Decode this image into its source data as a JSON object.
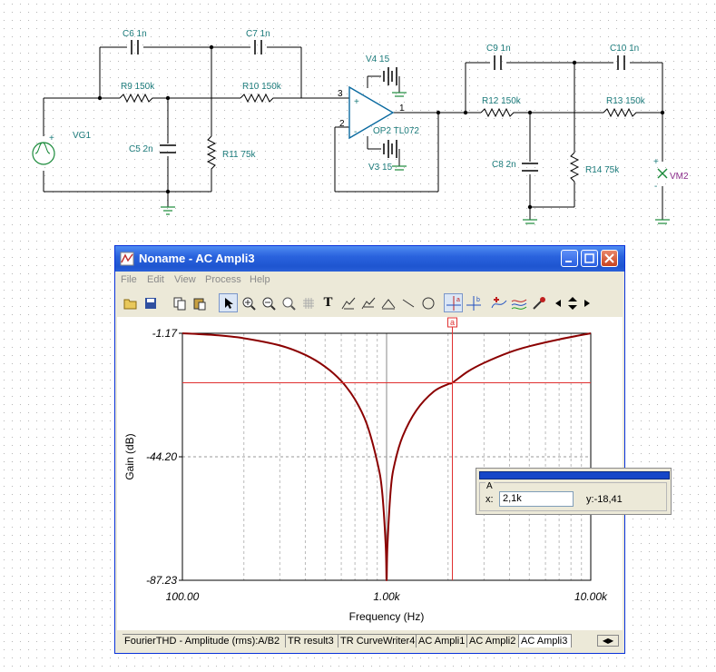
{
  "schematic": {
    "components": {
      "C6": "C6 1n",
      "C7": "C7 1n",
      "R9": "R9 150k",
      "R10": "R10 150k",
      "C5": "C5 2n",
      "R11": "R11 75k",
      "VG1": "VG1",
      "V4": "V4 15",
      "V3": "V3 15",
      "OP2": "OP2 TL072",
      "C9": "C9 1n",
      "C10": "C10 1n",
      "R12": "R12 150k",
      "R13": "R13 150k",
      "C8": "C8 2n",
      "R14": "R14 75k",
      "VM2": "VM2"
    },
    "pins": {
      "p3": "3",
      "p2": "2",
      "p1": "1",
      "plus": "+",
      "minus": "-"
    }
  },
  "window": {
    "title": "Noname - AC Ampli3",
    "menu": [
      "File",
      "Edit",
      "View",
      "Process",
      "Help"
    ],
    "toolbar_icons": [
      "open-icon",
      "save-icon",
      "copy-icon",
      "paste-icon",
      "pointer-icon",
      "zoom-in-icon",
      "zoom-out-icon",
      "zoom-100-icon",
      "grid-icon",
      "text-icon",
      "curve-a-icon",
      "curve-b-icon",
      "curve-c-icon",
      "line-icon",
      "circle-icon",
      "cursor-a-icon",
      "cursor-b-icon",
      "add-curve-icon",
      "curve-style-icon",
      "color-picker-icon",
      "left-arrow-icon",
      "up-down-arrow-icon",
      "right-arrow-icon"
    ]
  },
  "chart_data": {
    "type": "line",
    "xlabel": "Frequency (Hz)",
    "ylabel": "Gain (dB)",
    "x_scale": "log",
    "xlim": [
      100,
      10000
    ],
    "ylim": [
      -87.23,
      -1.17
    ],
    "x_ticks": [
      "100.00",
      "1.00k",
      "10.00k"
    ],
    "y_ticks": [
      "-1.17",
      "-44.20",
      "-87.23"
    ],
    "series": [
      {
        "color": "#8b0000",
        "x": [
          100,
          150,
          200,
          300,
          400,
          500,
          600,
          700,
          800,
          900,
          950,
          990,
          1000,
          1010,
          1050,
          1100,
          1200,
          1400,
          1700,
          2000,
          2100,
          2500,
          3000,
          4000,
          5000,
          7000,
          10000
        ],
        "y": [
          -1.17,
          -1.9,
          -2.9,
          -5.4,
          -8.7,
          -12.8,
          -17.8,
          -24.2,
          -32.8,
          -46.0,
          -56.0,
          -75.0,
          -87.23,
          -75.0,
          -55.0,
          -46.0,
          -37.0,
          -28.0,
          -21.5,
          -18.9,
          -18.41,
          -14.5,
          -11.5,
          -7.8,
          -5.7,
          -3.3,
          -1.17
        ]
      }
    ],
    "cursor": {
      "name": "a",
      "x": 2100,
      "y": -18.41
    },
    "grid": true
  },
  "cursor_box": {
    "group": "A",
    "x_label": "x:",
    "x_value": "2,1k",
    "y_label": "y:",
    "y_value": "-18,41"
  },
  "tabs": [
    "FourierTHD - Amplitude (rms):A/B2",
    "TR result3",
    "TR CurveWriter4",
    "AC Ampli1",
    "AC Ampli2",
    "AC Ampli3"
  ],
  "active_tab": "AC Ampli3"
}
